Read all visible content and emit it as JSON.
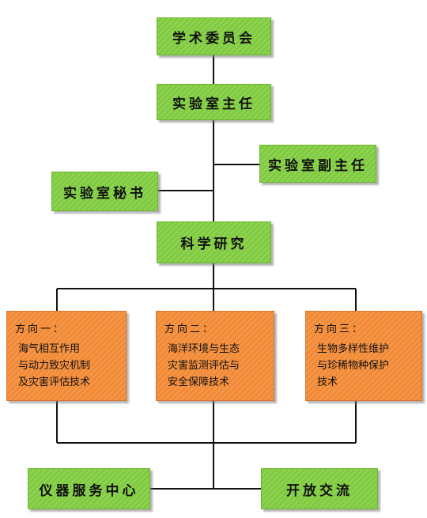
{
  "nodes": {
    "academic_committee": "学术委员会",
    "lab_director": "实验室主任",
    "deputy_director": "实验室副主任",
    "lab_secretary": "实验室秘书",
    "research": "科学研究",
    "direction1": {
      "heading": "方向一：",
      "lines": [
        "海气相互作用",
        "与动力致灾机制",
        "及灾害评估技术"
      ]
    },
    "direction2": {
      "heading": "方向二：",
      "lines": [
        "海洋环境与生态",
        "灾害监测评估与",
        "安全保障技术"
      ]
    },
    "direction3": {
      "heading": "方向三：",
      "lines": [
        "生物多样性维护",
        "与珍稀物种保护",
        "技术"
      ]
    },
    "instrument_center": "仪器服务中心",
    "open_exchange": "开放交流"
  },
  "colors": {
    "green": "#7fcb3e",
    "orange": "#f28a35",
    "line": "#111111"
  }
}
